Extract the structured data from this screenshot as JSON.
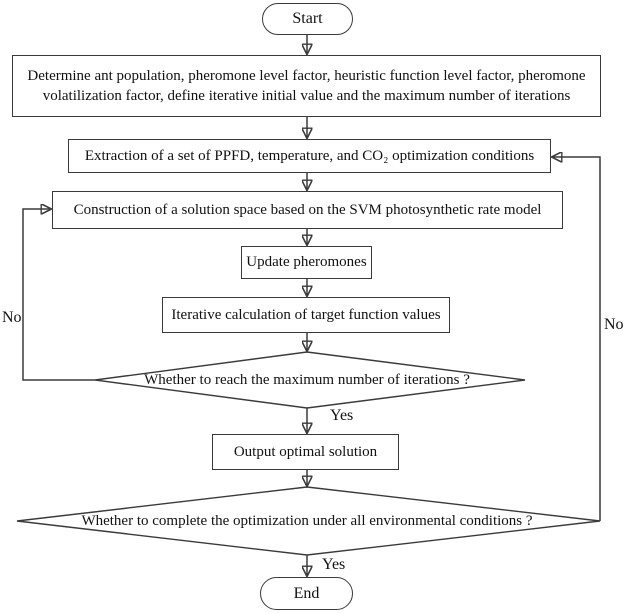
{
  "diagram": {
    "type": "flowchart",
    "nodes": {
      "start": {
        "label": "Start",
        "shape": "terminator"
      },
      "init": {
        "line1": "Determine ant population, pheromone level factor, heuristic function level factor, pheromone",
        "line2": "volatilization factor, define iterative initial value and the maximum number of iterations",
        "shape": "process"
      },
      "extraction": {
        "label": "Extraction of a set of PPFD, temperature, and CO₂ optimization conditions",
        "shape": "process"
      },
      "construction": {
        "label": "Construction of a solution space based on the SVM photosynthetic rate model",
        "shape": "process"
      },
      "update_pheromones": {
        "label": "Update pheromones",
        "shape": "process"
      },
      "iterative_calculation": {
        "label": "Iterative calculation of target function values",
        "shape": "process"
      },
      "decision_max_iterations": {
        "label": "Whether to reach the maximum number of iterations ?",
        "shape": "decision"
      },
      "output_solution": {
        "label": "Output optimal solution",
        "shape": "process"
      },
      "decision_all_conditions": {
        "label": "Whether to complete the optimization under all environmental conditions ?",
        "shape": "decision"
      },
      "end": {
        "label": "End",
        "shape": "terminator"
      }
    },
    "edge_labels": {
      "max_iterations_yes": "Yes",
      "max_iterations_no": "No",
      "all_conditions_yes": "Yes",
      "all_conditions_no": "No"
    },
    "colors": {
      "line": "#3a3a3a",
      "arrowhead": "#1a1a1a",
      "text": "#111111",
      "background": "#ffffff"
    }
  }
}
